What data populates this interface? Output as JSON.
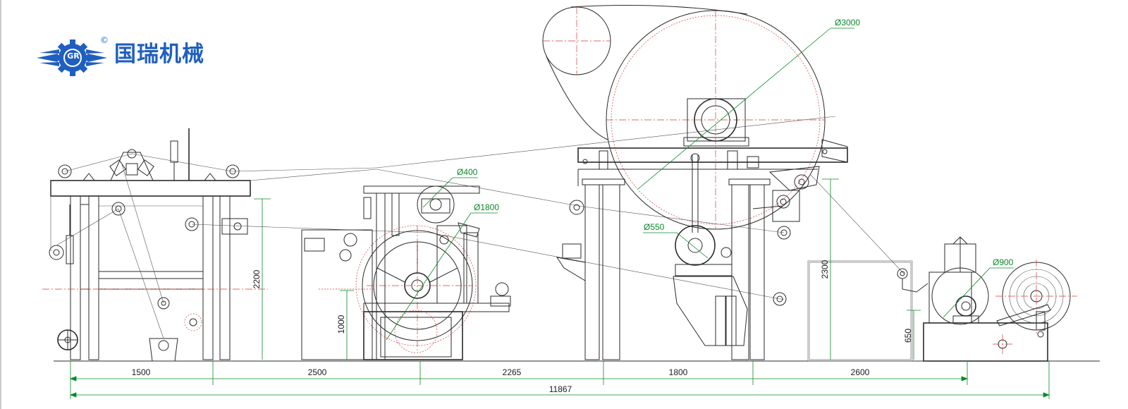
{
  "logo": {
    "initials": "GR",
    "company_name": "国瑞机械",
    "copyright_mark": "©",
    "brand_color": "#1f5fbf"
  },
  "diameters": {
    "d3000": "Ø3000",
    "d400": "Ø400",
    "d1800": "Ø1800",
    "d550": "Ø550",
    "d900": "Ø900"
  },
  "horizontal_dimensions": {
    "seg1": "1500",
    "seg2": "2500",
    "seg3": "2265",
    "seg4": "1800",
    "seg5": "2600",
    "total": "11867"
  },
  "vertical_dimensions": {
    "h2200": "2200",
    "h1000": "1000",
    "h2300": "2300",
    "h650": "650"
  },
  "colors": {
    "outline": "#2b2b2b",
    "centerline": "#d83a3a",
    "dimension_green": "#0a8a2a"
  }
}
